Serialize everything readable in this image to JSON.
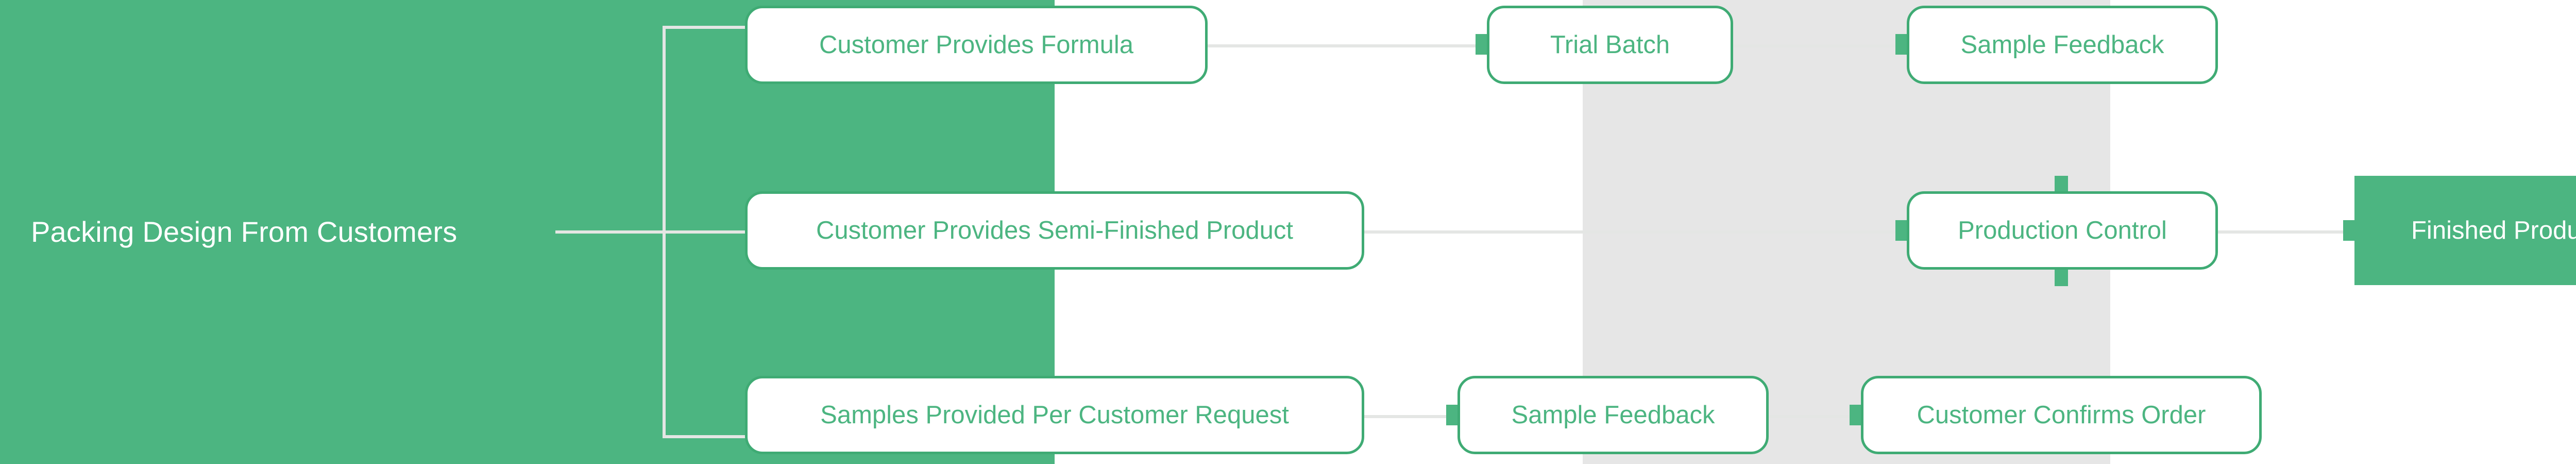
{
  "diagram": {
    "title": "Packing Design From Customers",
    "type": "process-flow-mindmap",
    "colors": {
      "brand_green": "#4cb581",
      "node_border_green": "#3fab74",
      "node_text_green": "#4cb581",
      "edge_grey": "#e4e6e4",
      "band_grey": "#e6e6e6",
      "root_text": "#ffffff",
      "node_fill": "#ffffff"
    },
    "root": {
      "label": "Packing Design From Customers"
    },
    "branches": [
      {
        "id": "branch-formula",
        "steps": [
          {
            "id": "customer-provides-formula",
            "label": "Customer Provides Formula",
            "style": "outlined"
          },
          {
            "id": "trial-batch",
            "label": "Trial Batch",
            "style": "outlined"
          },
          {
            "id": "sample-feedback-top",
            "label": "Sample Feedback",
            "style": "outlined"
          }
        ]
      },
      {
        "id": "branch-semi-finished",
        "steps": [
          {
            "id": "customer-provides-semi-finished-product",
            "label": "Customer Provides Semi-Finished Product",
            "style": "outlined"
          },
          {
            "id": "production-control",
            "label": "Production Control",
            "style": "outlined"
          },
          {
            "id": "finished-product",
            "label": "Finished Product",
            "style": "filled"
          }
        ]
      },
      {
        "id": "branch-samples",
        "steps": [
          {
            "id": "samples-provided-per-customer-request",
            "label": "Samples Provided Per Customer Request",
            "style": "outlined"
          },
          {
            "id": "sample-feedback-bottom",
            "label": "Sample Feedback",
            "style": "outlined"
          },
          {
            "id": "customer-confirms-order",
            "label": "Customer Confirms Order",
            "style": "outlined"
          }
        ]
      }
    ]
  }
}
